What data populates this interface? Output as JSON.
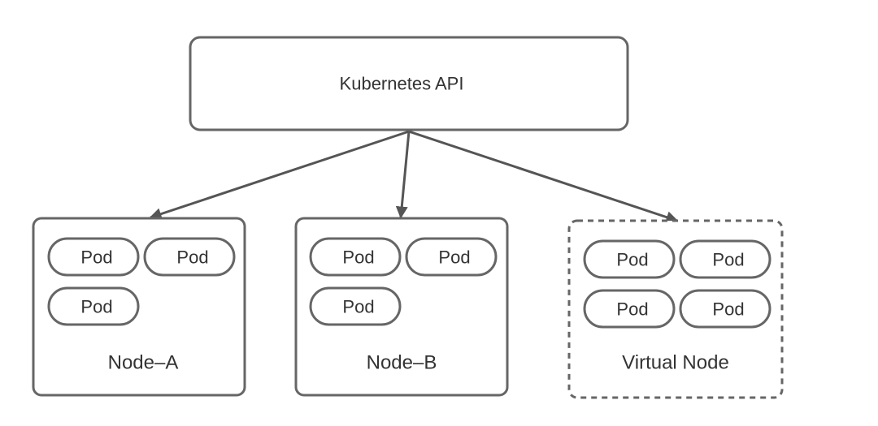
{
  "api": {
    "label": "Kubernetes API"
  },
  "nodes": [
    {
      "label": "Node–A",
      "pods": [
        "Pod",
        "Pod",
        "Pod"
      ],
      "virtual": false
    },
    {
      "label": "Node–B",
      "pods": [
        "Pod",
        "Pod",
        "Pod"
      ],
      "virtual": false
    },
    {
      "label": "Virtual Node",
      "pods": [
        "Pod",
        "Pod",
        "Pod",
        "Pod"
      ],
      "virtual": true
    }
  ],
  "colors": {
    "stroke": "#666666",
    "arrow": "#555555",
    "text": "#333333",
    "background": "#ffffff"
  }
}
